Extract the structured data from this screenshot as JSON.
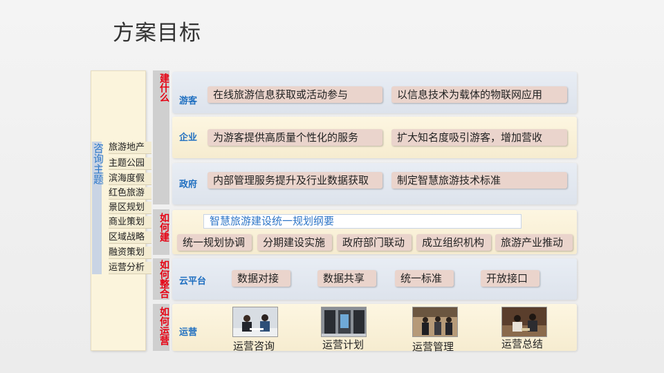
{
  "title": "方案目标",
  "left": {
    "label": "咨询主题",
    "topics": [
      "旅游地产",
      "主题公园",
      "滨海度假",
      "红色旅游",
      "景区规划",
      "商业策划",
      "区域战略",
      "融资策划",
      "运营分析"
    ]
  },
  "tabs": {
    "build_what": "建什么",
    "how_build": "如何建",
    "how_integrate": "如何整合",
    "how_operate": "如何运营"
  },
  "rows": {
    "tourist": {
      "label": "游客",
      "items": [
        "在线旅游信息获取或活动参与",
        "以信息技术为载体的物联网应用"
      ]
    },
    "enterprise": {
      "label": "企业",
      "items": [
        "为游客提供高质量个性化的服务",
        "扩大知名度吸引游客，增加营收"
      ]
    },
    "government": {
      "label": "政府",
      "items": [
        "内部管理服务提升及行业数据获取",
        "制定智慧旅游技术标准"
      ]
    },
    "plan": {
      "title": "智慧旅游建设统一规划纲要",
      "items": [
        "统一规划协调",
        "分期建设实施",
        "政府部门联动",
        "成立组织机构",
        "旅游产业推动"
      ]
    },
    "cloud": {
      "label": "云平台",
      "items": [
        "数据对接",
        "数据共享",
        "统一标准",
        "开放接口"
      ]
    },
    "operation": {
      "label": "运营",
      "items": [
        "运营咨询",
        "运营计划",
        "运营管理",
        "运营总结"
      ]
    }
  }
}
